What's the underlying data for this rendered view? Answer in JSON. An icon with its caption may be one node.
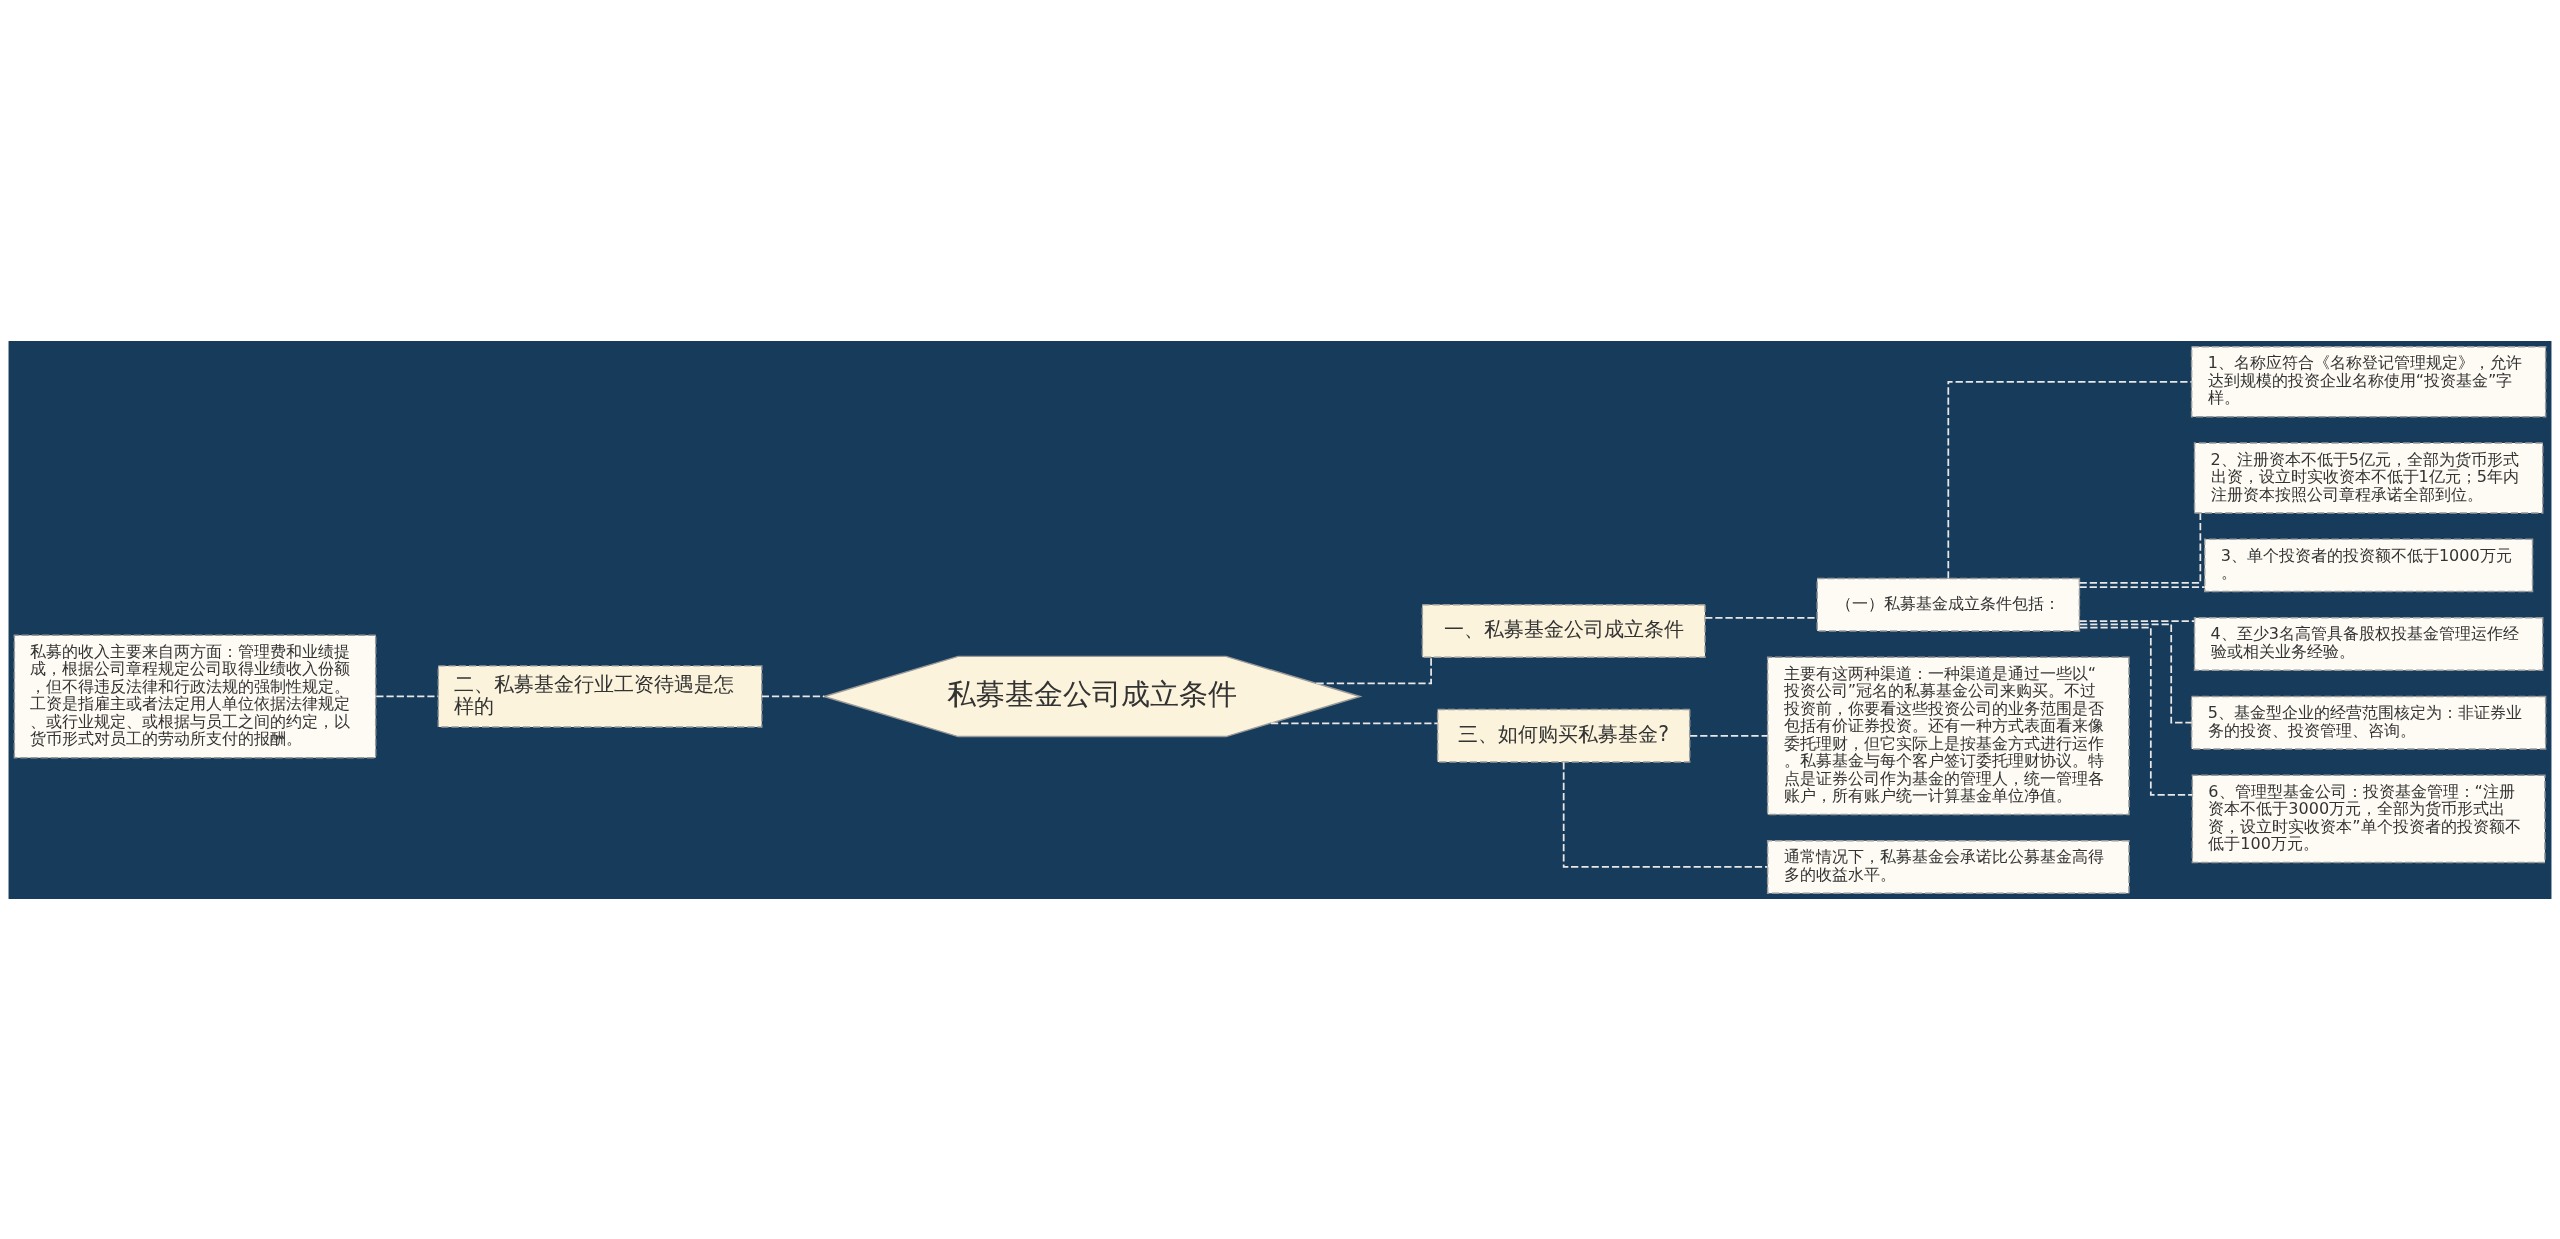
{
  "diagram": {
    "nodes": [
      {
        "text": [
          "私募基金公司成立条件"
        ]
      },
      {
        "text": [
          "一、私募基金公司成立条件"
        ]
      },
      {
        "text": [
          "（一）私募基金成立条件包括："
        ]
      },
      {
        "text": [
          "1、名称应符合《名称登记管理规定》，允许达到规模的投资企业名称使用“投资基金”字样。"
        ]
      },
      {
        "text": [
          "2、注册资本不低于5亿元，全部为货币形式出资，设立时实收资本不低于1亿元；5年内注册资本按照公司章程承诺全部到位。"
        ]
      },
      {
        "text": [
          "3、单个投资者的投资额不低于1000万元。"
        ]
      },
      {
        "text": [
          "4、至少3名高管具备股权投基金管理运作经验或相关业务经验。"
        ]
      },
      {
        "text": [
          "5、基金型企业的经营范围核定为：非证券业务的投资、投资管理、咨询。"
        ]
      },
      {
        "text": [
          "6、管理型基金公司：投资基金管理：“注册资本不低于3000万元，全部为货币形式出资，设立时实收资本”单个投资者的投资额不低于100万元。"
        ]
      },
      {
        "text": [
          "二、私募基金行业工资待遇是怎样的"
        ]
      },
      {
        "text": [
          "私募的收入主要来自两方面：管理费和业绩提成，根据公司章程规定公司取得业绩收入份额，但不得违反法律和行政法规的强制性规定。工资是指雇主或者法定用人单位依据法律规定、或行业规定、或根据与员工之间的约定，以货币形式对员工的劳动所支付的报酬。"
        ]
      },
      {
        "text": [
          "三、如何购买私募基金?"
        ]
      },
      {
        "text": [
          "主要有这两种渠道：一种渠道是通过一些以“投资公司”冠名的私募基金公司来购买。不过投资前，你要看这些投资公司的业务范围是否包括有价证券投资。还有一种方式表面看来像委托理财，但它实际上是按基金方式进行运作。私募基金与每个客户签订委托理财协议。特点是证券公司作为基金的管理人，统一管理各账户，所有账户统一计算基金单位净值。"
        ]
      },
      {
        "text": [
          "通常情况下，私募基金会承诺比公募基金高得多的收益水平。"
        ]
      }
    ],
    "edges": [
      {
        "from": 0,
        "to": 1,
        "arrow": "none",
        "style": "dashed"
      },
      {
        "from": 1,
        "to": 2,
        "arrow": "none",
        "style": "dashed"
      },
      {
        "from": 2,
        "to": 3,
        "arrow": "none",
        "style": "dashed"
      },
      {
        "from": 2,
        "to": 4,
        "arrow": "none",
        "style": "dashed"
      },
      {
        "from": 2,
        "to": 5,
        "arrow": "none",
        "style": "dashed"
      },
      {
        "from": 2,
        "to": 6,
        "arrow": "none",
        "style": "dashed"
      },
      {
        "from": 2,
        "to": 7,
        "arrow": "none",
        "style": "dashed"
      },
      {
        "from": 2,
        "to": 8,
        "arrow": "none",
        "style": "dashed"
      },
      {
        "from": 0,
        "to": 9,
        "arrow": "none",
        "style": "dashed"
      },
      {
        "from": 9,
        "to": 10,
        "arrow": "none",
        "style": "dashed"
      },
      {
        "from": 0,
        "to": 11,
        "arrow": "none",
        "style": "dashed"
      },
      {
        "from": 11,
        "to": 12,
        "arrow": "none",
        "style": "dashed"
      },
      {
        "from": 11,
        "to": 13,
        "arrow": "none",
        "style": "dashed"
      }
    ]
  }
}
